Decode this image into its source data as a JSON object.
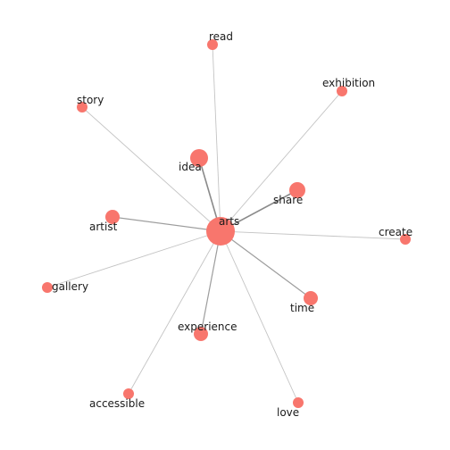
{
  "node_color": "#f8766d",
  "graph": {
    "center": {
      "id": "arts",
      "label": "arts"
    },
    "nodes": [
      {
        "id": "read",
        "label": "read",
        "weight": 1
      },
      {
        "id": "exhibition",
        "label": "exhibition",
        "weight": 1
      },
      {
        "id": "story",
        "label": "story",
        "weight": 1
      },
      {
        "id": "idea",
        "label": "idea",
        "weight": 3
      },
      {
        "id": "share",
        "label": "share",
        "weight": 3
      },
      {
        "id": "artist",
        "label": "artist",
        "weight": 2
      },
      {
        "id": "create",
        "label": "create",
        "weight": 1
      },
      {
        "id": "gallery",
        "label": "gallery",
        "weight": 1
      },
      {
        "id": "time",
        "label": "time",
        "weight": 2
      },
      {
        "id": "experience",
        "label": "experience",
        "weight": 2
      },
      {
        "id": "accessible",
        "label": "accessible",
        "weight": 1
      },
      {
        "id": "love",
        "label": "love",
        "weight": 1
      }
    ]
  }
}
